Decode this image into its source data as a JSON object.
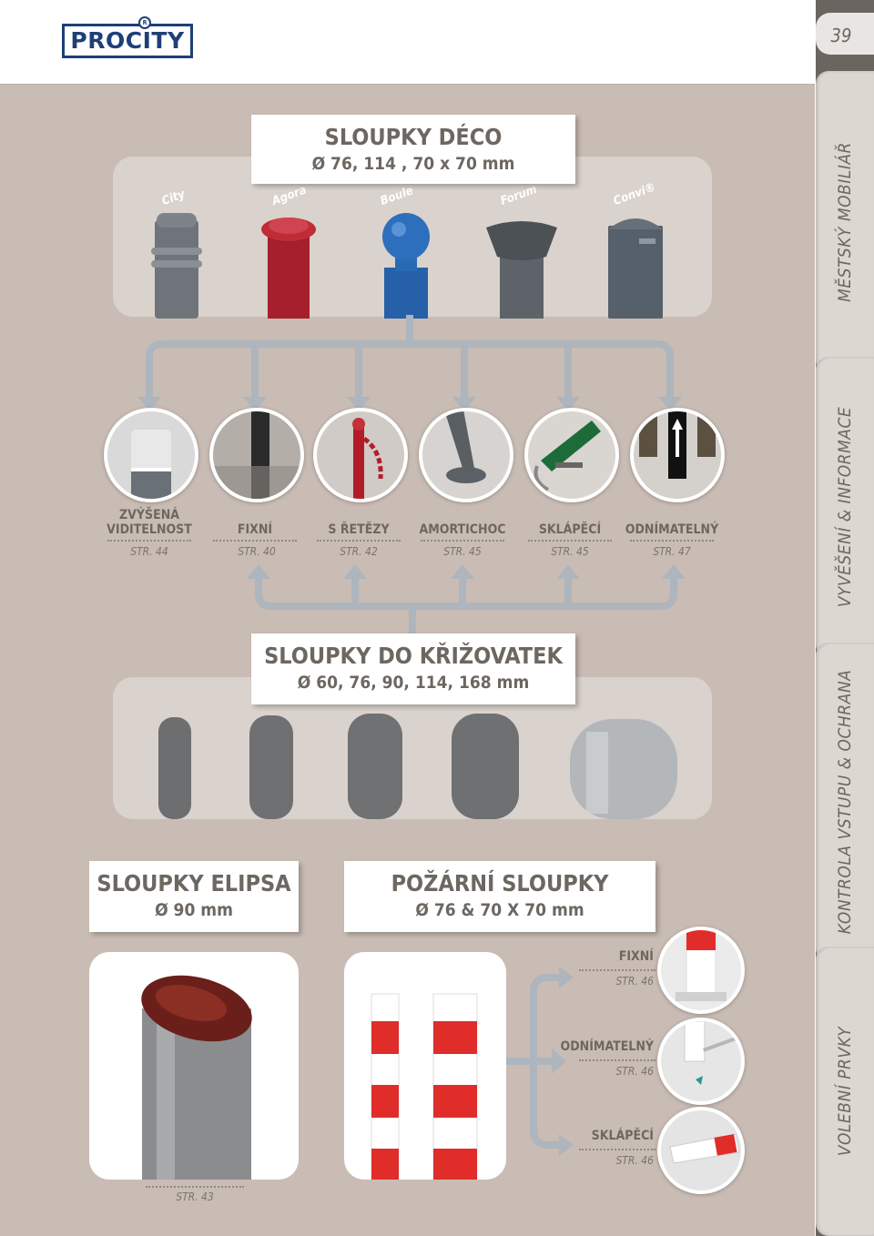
{
  "page_number": "39",
  "logo": {
    "brand": "PROCITY",
    "reg_mark": "R"
  },
  "sidebar": {
    "tabs": [
      {
        "label": "MĚSTSKÝ MOBILIÁŘ"
      },
      {
        "label": "VYVĚŠENÍ & INFORMACE"
      },
      {
        "label": "KONTROLA VSTUPU & OCHRANA"
      },
      {
        "label": "VOLEBNÍ PRVKY"
      }
    ]
  },
  "deco": {
    "title": "SLOUPKY DÉCO",
    "subtitle": "Ø 76, 114 , 70 x 70 mm",
    "models": [
      "City",
      "Agora",
      "Boule",
      "Forum",
      "Convi®"
    ]
  },
  "options": [
    {
      "label_line1": "ZVÝŠENÁ",
      "label_line2": "VIDITELNOST",
      "ref": "STR. 44"
    },
    {
      "label_line1": "",
      "label_line2": "FIXNÍ",
      "ref": "STR. 40"
    },
    {
      "label_line1": "",
      "label_line2": "S ŘETĚZY",
      "ref": "STR. 42"
    },
    {
      "label_line1": "",
      "label_line2": "AMORTICHOC",
      "ref": "STR. 45"
    },
    {
      "label_line1": "",
      "label_line2": "SKLÁPĚCÍ",
      "ref": "STR. 45"
    },
    {
      "label_line1": "",
      "label_line2": "ODNÍMATELNÝ",
      "ref": "STR. 47"
    }
  ],
  "crossroads": {
    "title": "SLOUPKY DO KŘIŽOVATEK",
    "subtitle": "Ø 60, 76, 90, 114, 168 mm"
  },
  "elipsa": {
    "title": "SLOUPKY ELIPSA",
    "subtitle": "Ø 90 mm",
    "ref": "STR. 43"
  },
  "fire": {
    "title": "POŽÁRNÍ SLOUPKY",
    "subtitle": "Ø 76 & 70 X 70 mm",
    "options": [
      {
        "label": "FIXNÍ",
        "ref": "STR. 46"
      },
      {
        "label": "ODNÍMATELNÝ",
        "ref": "STR. 46"
      },
      {
        "label": "SKLÁPĚCÍ",
        "ref": "STR. 46"
      }
    ]
  }
}
